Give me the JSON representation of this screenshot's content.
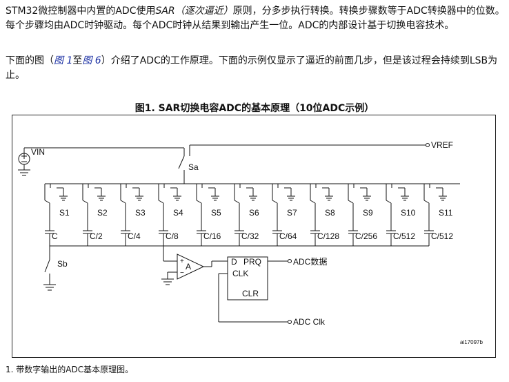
{
  "paragraph1": {
    "a": "STM32微控制器中内置的ADC使用",
    "sar": "SAR（逐次逼近）",
    "b": "原则，分多步执行转换。转换步骤数等于ADC转换器中的位数。每个步骤均由ADC时钟驱动。每个ADC时钟从结果到输出产生一位。ADC的内部设计基于切换电容技术。"
  },
  "paragraph2": {
    "a": "下面的图（",
    "ref1": "图 1",
    "mid": "至",
    "ref2": "图 6",
    "b": "）介绍了ADC的工作原理。下面的示例仅显示了逼近的前面几步，但是该过程会持续到LSB为止。"
  },
  "figure": {
    "title": "图1. SAR切换电容ADC的基本原理（10位ADC示例）",
    "vin_label": "VIN",
    "vref_label": "VREF",
    "sa_label": "Sa",
    "sb_label": "Sb",
    "switches": [
      "S1",
      "S2",
      "S3",
      "S4",
      "S5",
      "S6",
      "S7",
      "S8",
      "S9",
      "S10",
      "S11"
    ],
    "capacitors": [
      "C",
      "C/2",
      "C/4",
      "C/8",
      "C/16",
      "C/32",
      "C/64",
      "C/128",
      "C/256",
      "C/512",
      "C/512"
    ],
    "comparator_label": "A",
    "plus_sign": "+",
    "minus_sign": "−",
    "ff_d": "D",
    "ff_prq": "PRQ",
    "ff_clk": "CLK",
    "ff_clr": "CLR",
    "out_label": "ADC数据",
    "clk_label": "ADC Clk",
    "fig_id": "ai17097b"
  },
  "footnote": "1.   带数字输出的ADC基本原理图。"
}
